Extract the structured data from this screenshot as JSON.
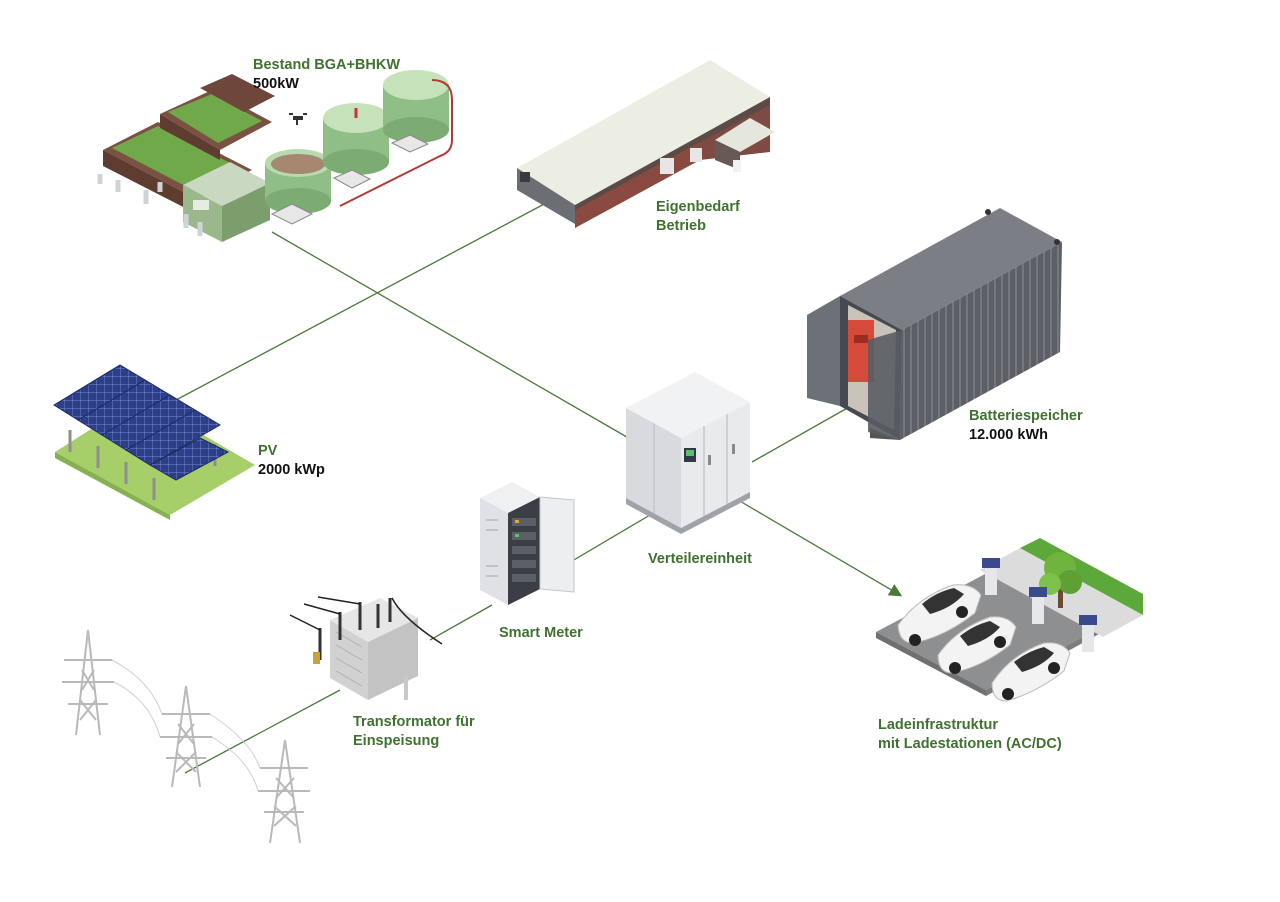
{
  "labels": {
    "biogas_title": "Bestand BGA+BHKW",
    "biogas_value": "500kW",
    "eigenbedarf_line1": "Eigenbedarf",
    "eigenbedarf_line2": "Betrieb",
    "battery_title": "Batteriespeicher",
    "battery_value": "12.000 kWh",
    "pv_title": "PV",
    "pv_value": "2000 kWp",
    "distribution": "Verteilereinheit",
    "smart_meter": "Smart Meter",
    "transformer_line1": "Transformator für",
    "transformer_line2": "Einspeisung",
    "charging_line1": "Ladeinfrastruktur",
    "charging_line2": "mit Ladestationen (AC/DC)"
  },
  "colors": {
    "label_green": "#3f7230",
    "label_black": "#111111",
    "connection_line": "#4a7a3a"
  }
}
